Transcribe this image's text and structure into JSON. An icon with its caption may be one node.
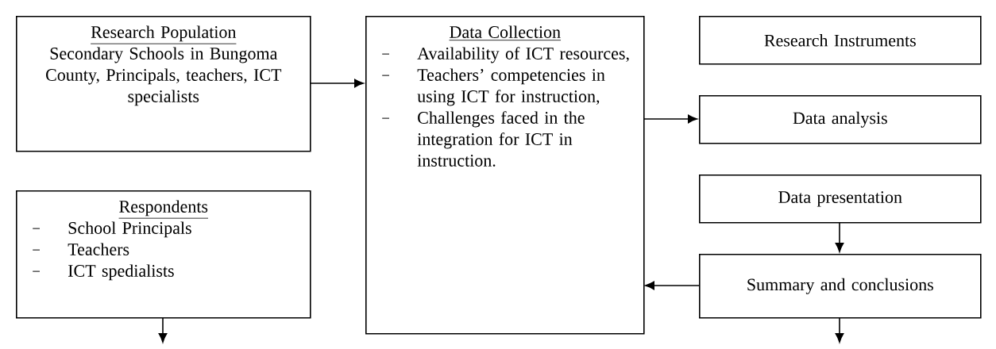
{
  "diagram": {
    "nodes": [
      {
        "text": [
          "Research Population",
          "Secondary Schools in Bungoma County, Principals, teachers, ICT specialists"
        ]
      },
      {
        "text": [
          "Data Collection",
          "Availability of ICT resources,",
          "Teachers’ competencies in using ICT for instruction,",
          "Challenges faced in the integration for ICT in instruction."
        ]
      },
      {
        "text": [
          "Respondents",
          "School Principals",
          "Teachers",
          "ICT spedialists"
        ]
      },
      {
        "text": [
          "Research Instruments"
        ]
      },
      {
        "text": [
          "Data analysis"
        ]
      },
      {
        "text": [
          "Data presentation"
        ]
      },
      {
        "text": [
          "Summary and conclusions"
        ]
      }
    ],
    "edges": [
      {
        "from": 0,
        "to": 1,
        "arrow": "to"
      },
      {
        "from": 1,
        "to": 4,
        "arrow": "to"
      },
      {
        "from": 5,
        "to": 6,
        "arrow": "to"
      },
      {
        "from": 6,
        "to": 1,
        "arrow": "to"
      },
      {
        "from": 2,
        "to": null,
        "arrow": "to"
      },
      {
        "from": 6,
        "to": null,
        "arrow": "to"
      }
    ]
  }
}
